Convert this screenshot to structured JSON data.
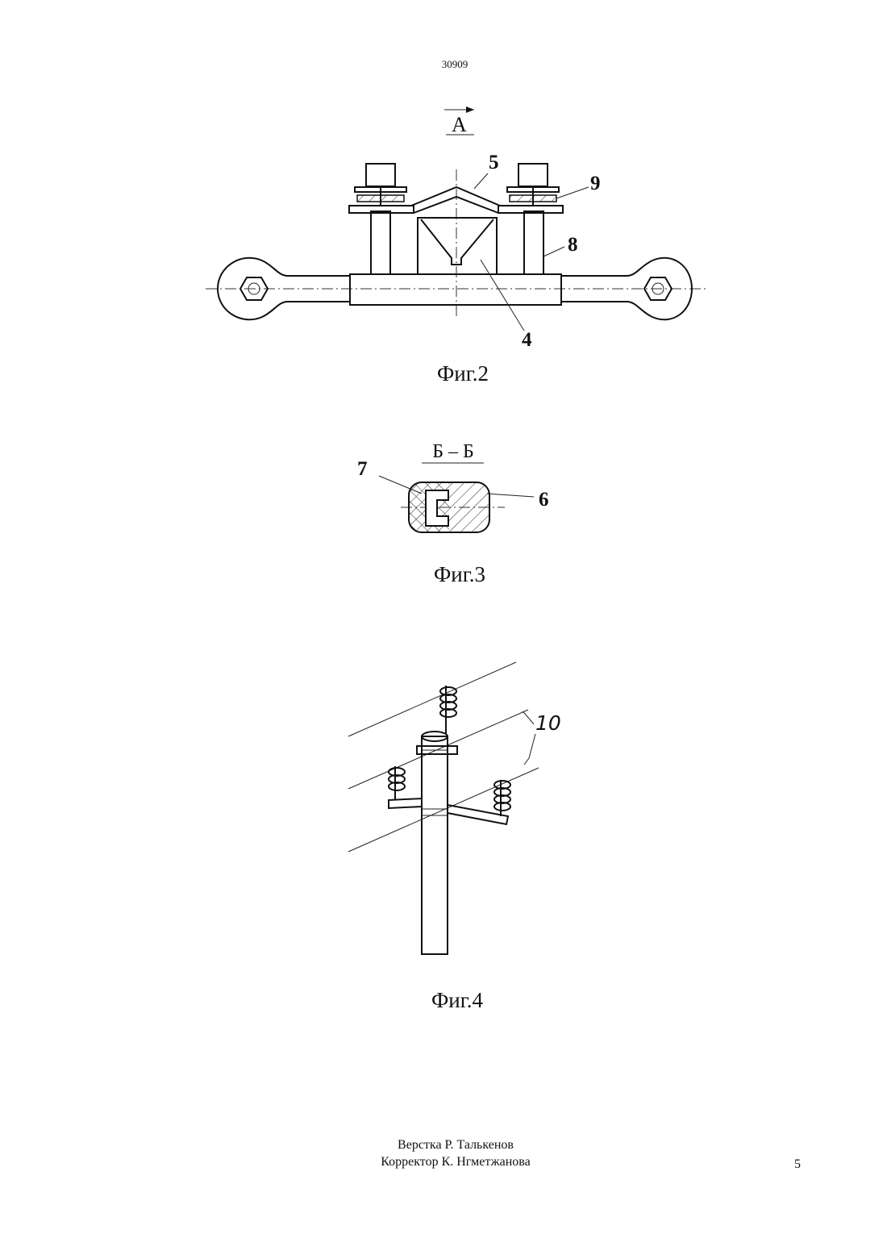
{
  "header": {
    "doc_number": "30909"
  },
  "fig2": {
    "view_label": "А",
    "labels": {
      "l5": "5",
      "l9": "9",
      "l8": "8",
      "l4": "4"
    },
    "caption": "Фиг.2"
  },
  "fig3": {
    "section_label": "Б – Б",
    "labels": {
      "l7": "7",
      "l6": "6"
    },
    "caption": "Фиг.3"
  },
  "fig4": {
    "labels": {
      "l10": "10"
    },
    "caption": "Фиг.4"
  },
  "footer": {
    "layout_credit": "Верстка Р. Талькенов",
    "proof_credit": "Корректор К. Нгметжанова",
    "page_number": "5"
  }
}
